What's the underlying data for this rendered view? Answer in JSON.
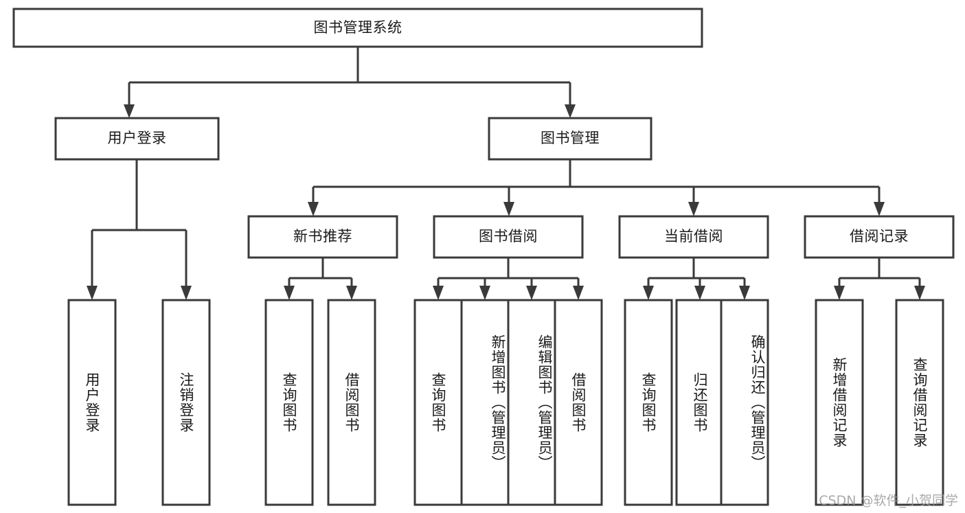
{
  "diagram": {
    "type": "tree-hierarchy",
    "title": "图书管理系统",
    "orientation": "top-down",
    "watermark": "CSDN @软件_小贺同学",
    "colors": {
      "stroke": "#3a3a3a",
      "box_fill": "#ffffff",
      "text": "#1a1a1a",
      "background": "#ffffff",
      "watermark": "#9b9b9b"
    },
    "nodes": {
      "root": {
        "label": "图书管理系统",
        "level": 1
      },
      "l2": [
        {
          "id": "user-login",
          "label": "用户登录",
          "level": 2
        },
        {
          "id": "book-management",
          "label": "图书管理",
          "level": 2
        }
      ],
      "l3": [
        {
          "id": "new-book-recommend",
          "label": "新书推荐",
          "level": 3,
          "parent": "book-management"
        },
        {
          "id": "book-borrow",
          "label": "图书借阅",
          "level": 3,
          "parent": "book-management"
        },
        {
          "id": "current-borrow",
          "label": "当前借阅",
          "level": 3,
          "parent": "book-management"
        },
        {
          "id": "borrow-record",
          "label": "借阅记录",
          "level": 3,
          "parent": "book-management"
        }
      ],
      "leaves": [
        {
          "id": "leaf-user-login",
          "label": "用户登录",
          "parent": "user-login"
        },
        {
          "id": "leaf-logout-login",
          "label": "注销登录",
          "parent": "user-login"
        },
        {
          "id": "leaf-query-book-1",
          "label": "查询图书",
          "parent": "new-book-recommend"
        },
        {
          "id": "leaf-borrow-book-1",
          "label": "借阅图书",
          "parent": "new-book-recommend"
        },
        {
          "id": "leaf-query-book-2",
          "label": "查询图书",
          "parent": "book-borrow"
        },
        {
          "id": "leaf-add-book",
          "label": "新增图书（管理员）",
          "parent": "book-borrow"
        },
        {
          "id": "leaf-edit-book",
          "label": "编辑图书（管理员）",
          "parent": "book-borrow"
        },
        {
          "id": "leaf-borrow-book-2",
          "label": "借阅图书",
          "parent": "book-borrow"
        },
        {
          "id": "leaf-query-book-3",
          "label": "查询图书",
          "parent": "current-borrow"
        },
        {
          "id": "leaf-return-book",
          "label": "归还图书",
          "parent": "current-borrow"
        },
        {
          "id": "leaf-confirm-return",
          "label": "确认归还（管理员）",
          "parent": "current-borrow"
        },
        {
          "id": "leaf-add-record",
          "label": "新增借阅记录",
          "parent": "borrow-record"
        },
        {
          "id": "leaf-query-record",
          "label": "查询借阅记录",
          "parent": "borrow-record"
        }
      ]
    }
  }
}
